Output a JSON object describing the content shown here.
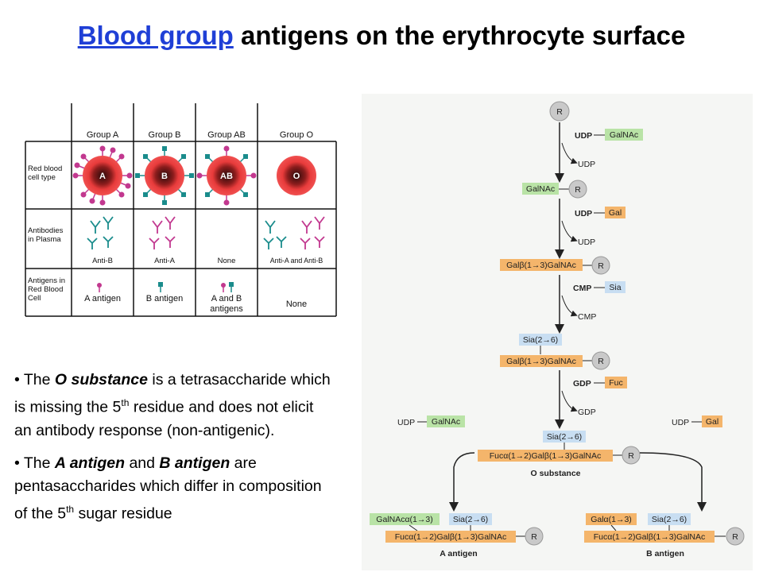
{
  "title": {
    "link": "Blood group",
    "rest": " antigens on the erythrocyte surface"
  },
  "table": {
    "columns": [
      "Group A",
      "Group B",
      "Group AB",
      "Group O"
    ],
    "rows": [
      "Red blood",
      "cell type",
      "Antibodies",
      "in Plasma",
      "Antigens in",
      "Red Blood",
      "Cell"
    ],
    "cells": [
      "A",
      "B",
      "AB",
      "O"
    ],
    "antibodies": [
      "Anti-B",
      "Anti-A",
      "None",
      "Anti-A and Anti-B"
    ],
    "antigens": [
      "A antigen",
      "B antigen",
      "A and B",
      "antigens",
      "None"
    ],
    "colors": {
      "rbc": "#e83b3b",
      "pink": "#c2388f",
      "teal": "#1a8c8c"
    }
  },
  "bullets": [
    {
      "pre": "• The ",
      "em": "O substance",
      "post1": " is a tetrasaccharide which is missing the 5",
      "sup": "th",
      "post2": " residue and does not elicit an antibody response (non-antigenic)."
    },
    {
      "pre": "• The ",
      "em": "A antigen",
      "mid": " and ",
      "em2": "B antigen",
      "post1": " are pentasaccharides which differ in composition of the 5",
      "sup": "th",
      "post2": " sugar residue"
    }
  ],
  "pathway": {
    "R": "R",
    "udp": "UDP",
    "cmp": "CMP",
    "gdp": "GDP",
    "galnac": "GalNAc",
    "gal": "Gal",
    "sia": "Sia",
    "fuc": "Fuc",
    "gal13galnac": "Galβ(1→3)GalNAc",
    "sia26": "Sia(2→6)",
    "fucgal": "Fucα(1→2)Galβ(1→3)GalNAc",
    "galnaca13": "GalNAcα(1→3)",
    "gala13": "Galα(1→3)",
    "o_substance": "O substance",
    "a_antigen": "A antigen",
    "b_antigen": "B antigen",
    "colors": {
      "green": "#b9e3a6",
      "orange": "#f4b56b",
      "blue": "#c8def2",
      "grey": "#c9c9c9"
    }
  }
}
